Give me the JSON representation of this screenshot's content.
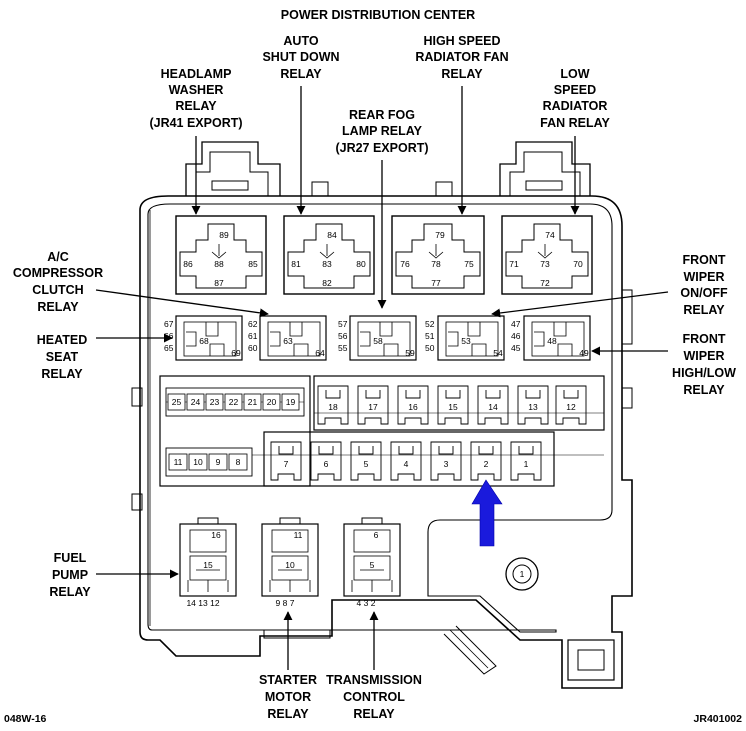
{
  "diagram": {
    "title": "POWER DISTRIBUTION CENTER",
    "figure_code_left": "048W-16",
    "figure_code_right": "JR401002",
    "callouts": {
      "headlamp_washer": [
        "HEADLAMP",
        "WASHER",
        "RELAY",
        "(JR41 EXPORT)"
      ],
      "auto_shutdown": [
        "AUTO",
        "SHUT DOWN",
        "RELAY"
      ],
      "rear_fog": [
        "REAR FOG",
        "LAMP RELAY",
        "(JR27 EXPORT)"
      ],
      "high_speed_fan": [
        "HIGH SPEED",
        "RADIATOR FAN",
        "RELAY"
      ],
      "low_speed_fan": [
        "LOW",
        "SPEED",
        "RADIATOR",
        "FAN RELAY"
      ],
      "ac_compressor": [
        "A/C",
        "COMPRESSOR",
        "CLUTCH",
        "RELAY"
      ],
      "heated_seat": [
        "HEATED",
        "SEAT",
        "RELAY"
      ],
      "front_wiper_onoff": [
        "FRONT",
        "WIPER",
        "ON/OFF",
        "RELAY"
      ],
      "front_wiper_highlow": [
        "FRONT",
        "WIPER",
        "HIGH/LOW",
        "RELAY"
      ],
      "fuel_pump": [
        "FUEL",
        "PUMP",
        "RELAY"
      ],
      "starter_motor": [
        "STARTER",
        "MOTOR",
        "RELAY"
      ],
      "transmission_control": [
        "TRANSMISSION",
        "CONTROL",
        "RELAY"
      ]
    },
    "big_relays": [
      {
        "top": "89",
        "left": "86",
        "center": "88",
        "right": "85",
        "bottom": "87"
      },
      {
        "top": "84",
        "left": "81",
        "center": "83",
        "right": "80",
        "bottom": "82"
      },
      {
        "top": "79",
        "left": "76",
        "center": "78",
        "right": "75",
        "bottom": "77"
      },
      {
        "top": "74",
        "left": "71",
        "center": "73",
        "right": "70",
        "bottom": "72"
      }
    ],
    "mid_relays": [
      {
        "pins": [
          "67",
          "66",
          "65"
        ],
        "a": "68",
        "b": "69"
      },
      {
        "pins": [
          "62",
          "61",
          "60"
        ],
        "a": "63",
        "b": "64"
      },
      {
        "pins": [
          "57",
          "56",
          "55"
        ],
        "a": "58",
        "b": "59"
      },
      {
        "pins": [
          "52",
          "51",
          "50"
        ],
        "a": "53",
        "b": "54"
      },
      {
        "pins": [
          "47",
          "46",
          "45"
        ],
        "a": "48",
        "b": "49"
      }
    ],
    "mini_fuses_top": [
      "25",
      "24",
      "23",
      "22",
      "21",
      "20",
      "19"
    ],
    "mini_fuses_bottom": [
      "11",
      "10",
      "9",
      "8"
    ],
    "cart_fuses_row1": [
      "18",
      "17",
      "16",
      "15",
      "14",
      "13",
      "12"
    ],
    "cart_fuses_row2": [
      "7",
      "6",
      "5",
      "4",
      "3",
      "2",
      "1"
    ],
    "small_relays": [
      {
        "top": "16",
        "mid": "15",
        "pins": "14 13 12"
      },
      {
        "top": "11",
        "mid": "10",
        "pins": "9  8  7"
      },
      {
        "top": "6",
        "mid": "5",
        "pins": "4  3  2"
      }
    ],
    "fuse_1_label": "1",
    "highlight_color": "#1a1adc"
  }
}
